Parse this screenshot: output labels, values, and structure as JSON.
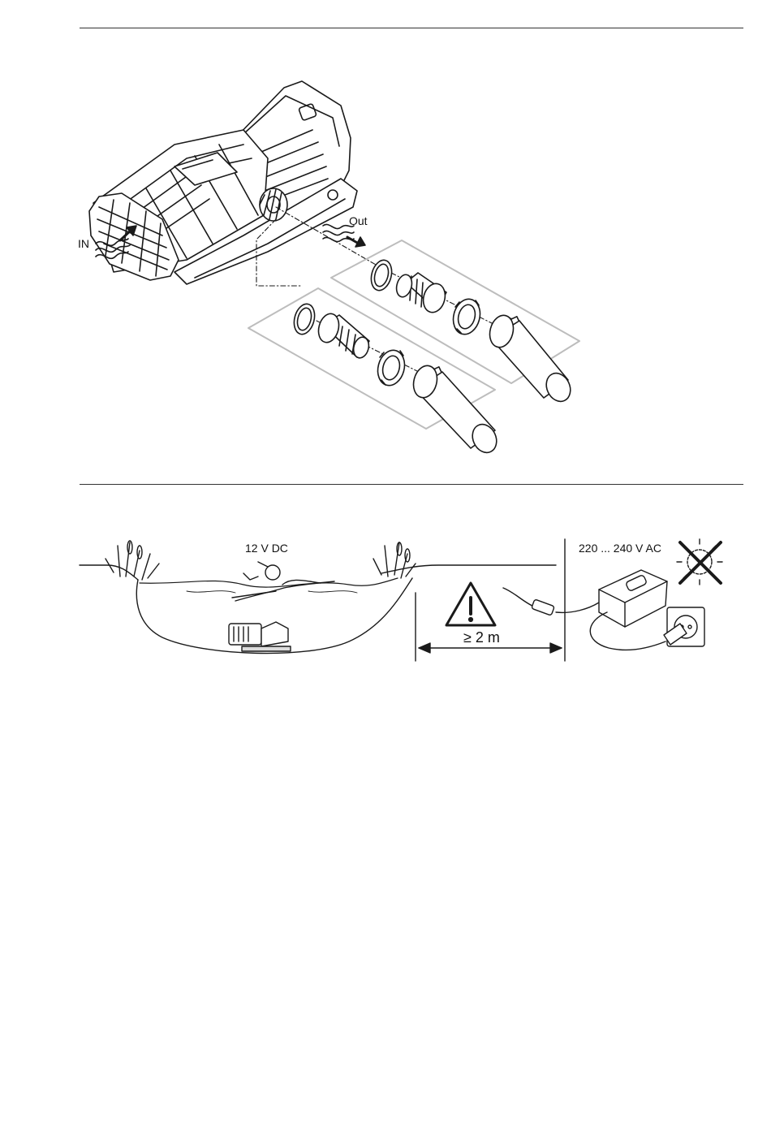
{
  "figure1": {
    "inlet_label": "IN",
    "outlet_label": "Out"
  },
  "figure2": {
    "pump_voltage": "12 V DC",
    "mains_voltage": "220 ... 240 V AC",
    "distance": "≥ 2 m"
  },
  "colors": {
    "line": "#1a1a1a",
    "frame": "#bdbdbd",
    "rule": "#333333"
  }
}
